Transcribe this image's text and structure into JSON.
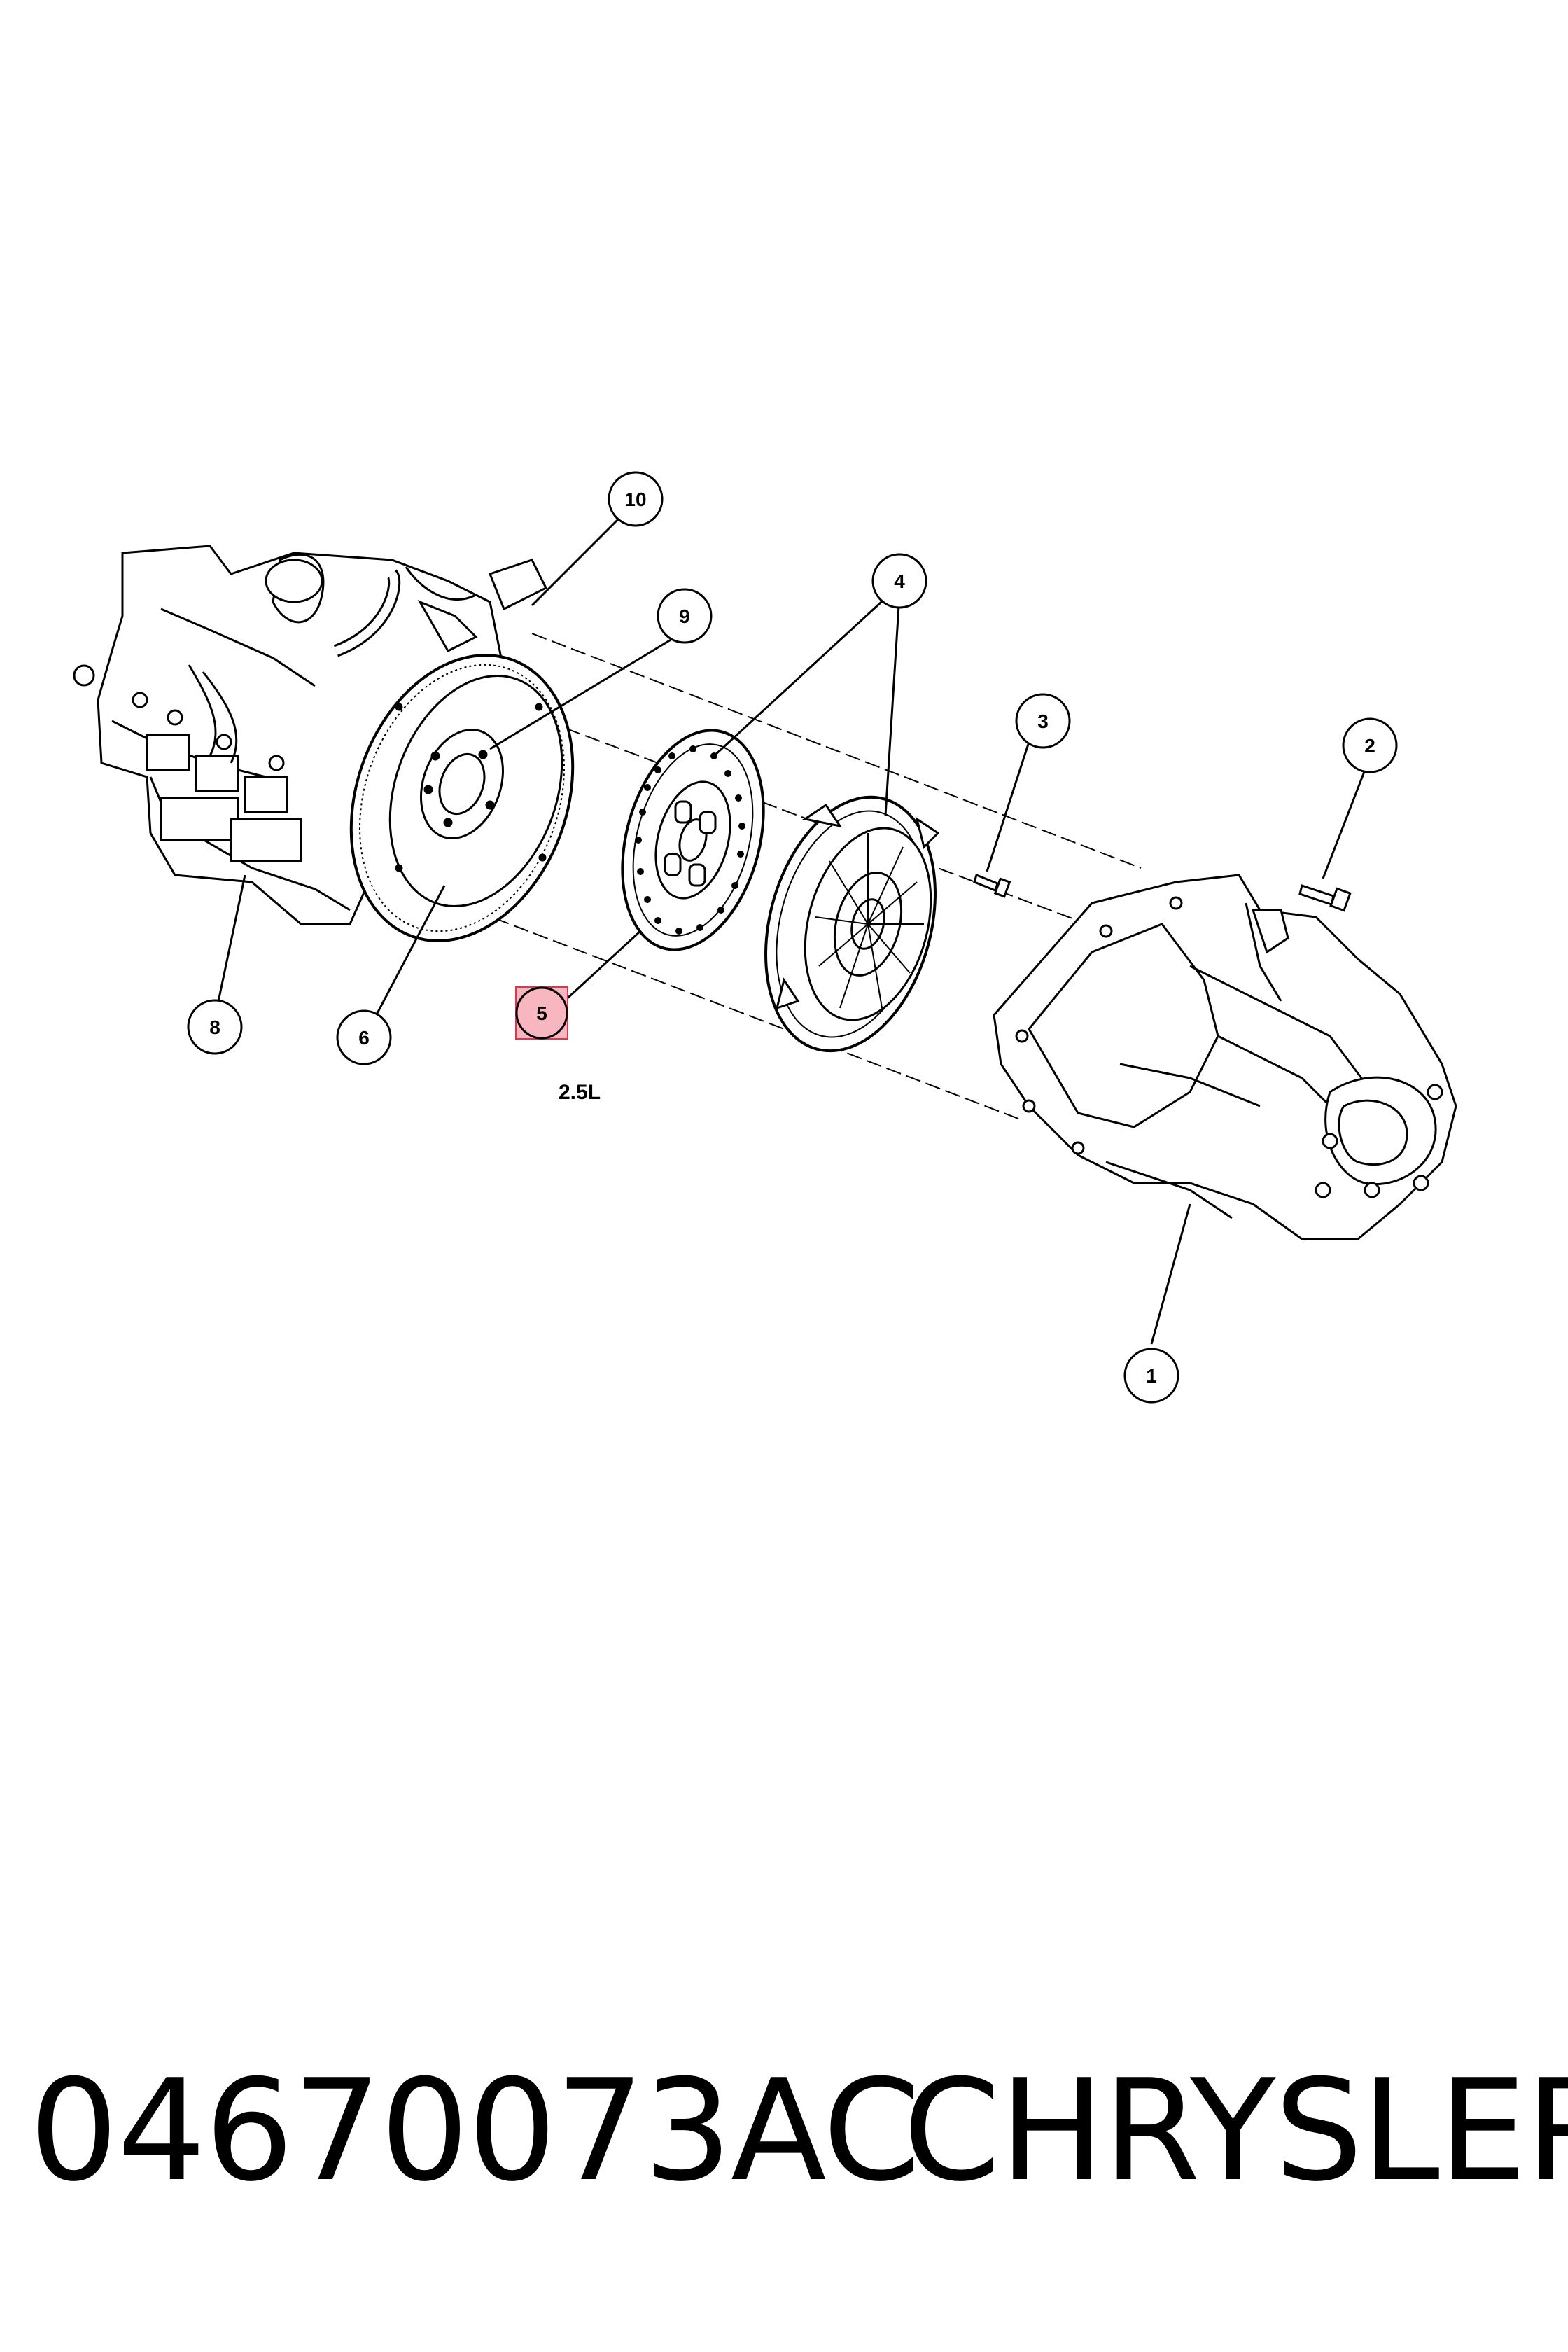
{
  "diagram": {
    "engine_label": "2.5L",
    "highlighted_callout": "5",
    "highlight_color": "#f7b6c0",
    "highlight_border": "#e0354a",
    "callouts": [
      {
        "id": "c1",
        "label": "1"
      },
      {
        "id": "c2",
        "label": "2"
      },
      {
        "id": "c3",
        "label": "3"
      },
      {
        "id": "c4",
        "label": "4"
      },
      {
        "id": "c5",
        "label": "5"
      },
      {
        "id": "c6",
        "label": "6"
      },
      {
        "id": "c8",
        "label": "8"
      },
      {
        "id": "c9",
        "label": "9"
      },
      {
        "id": "c10",
        "label": "10"
      }
    ]
  },
  "footer": {
    "part_number": "04670073AC",
    "brand": "CHRYSLER"
  }
}
